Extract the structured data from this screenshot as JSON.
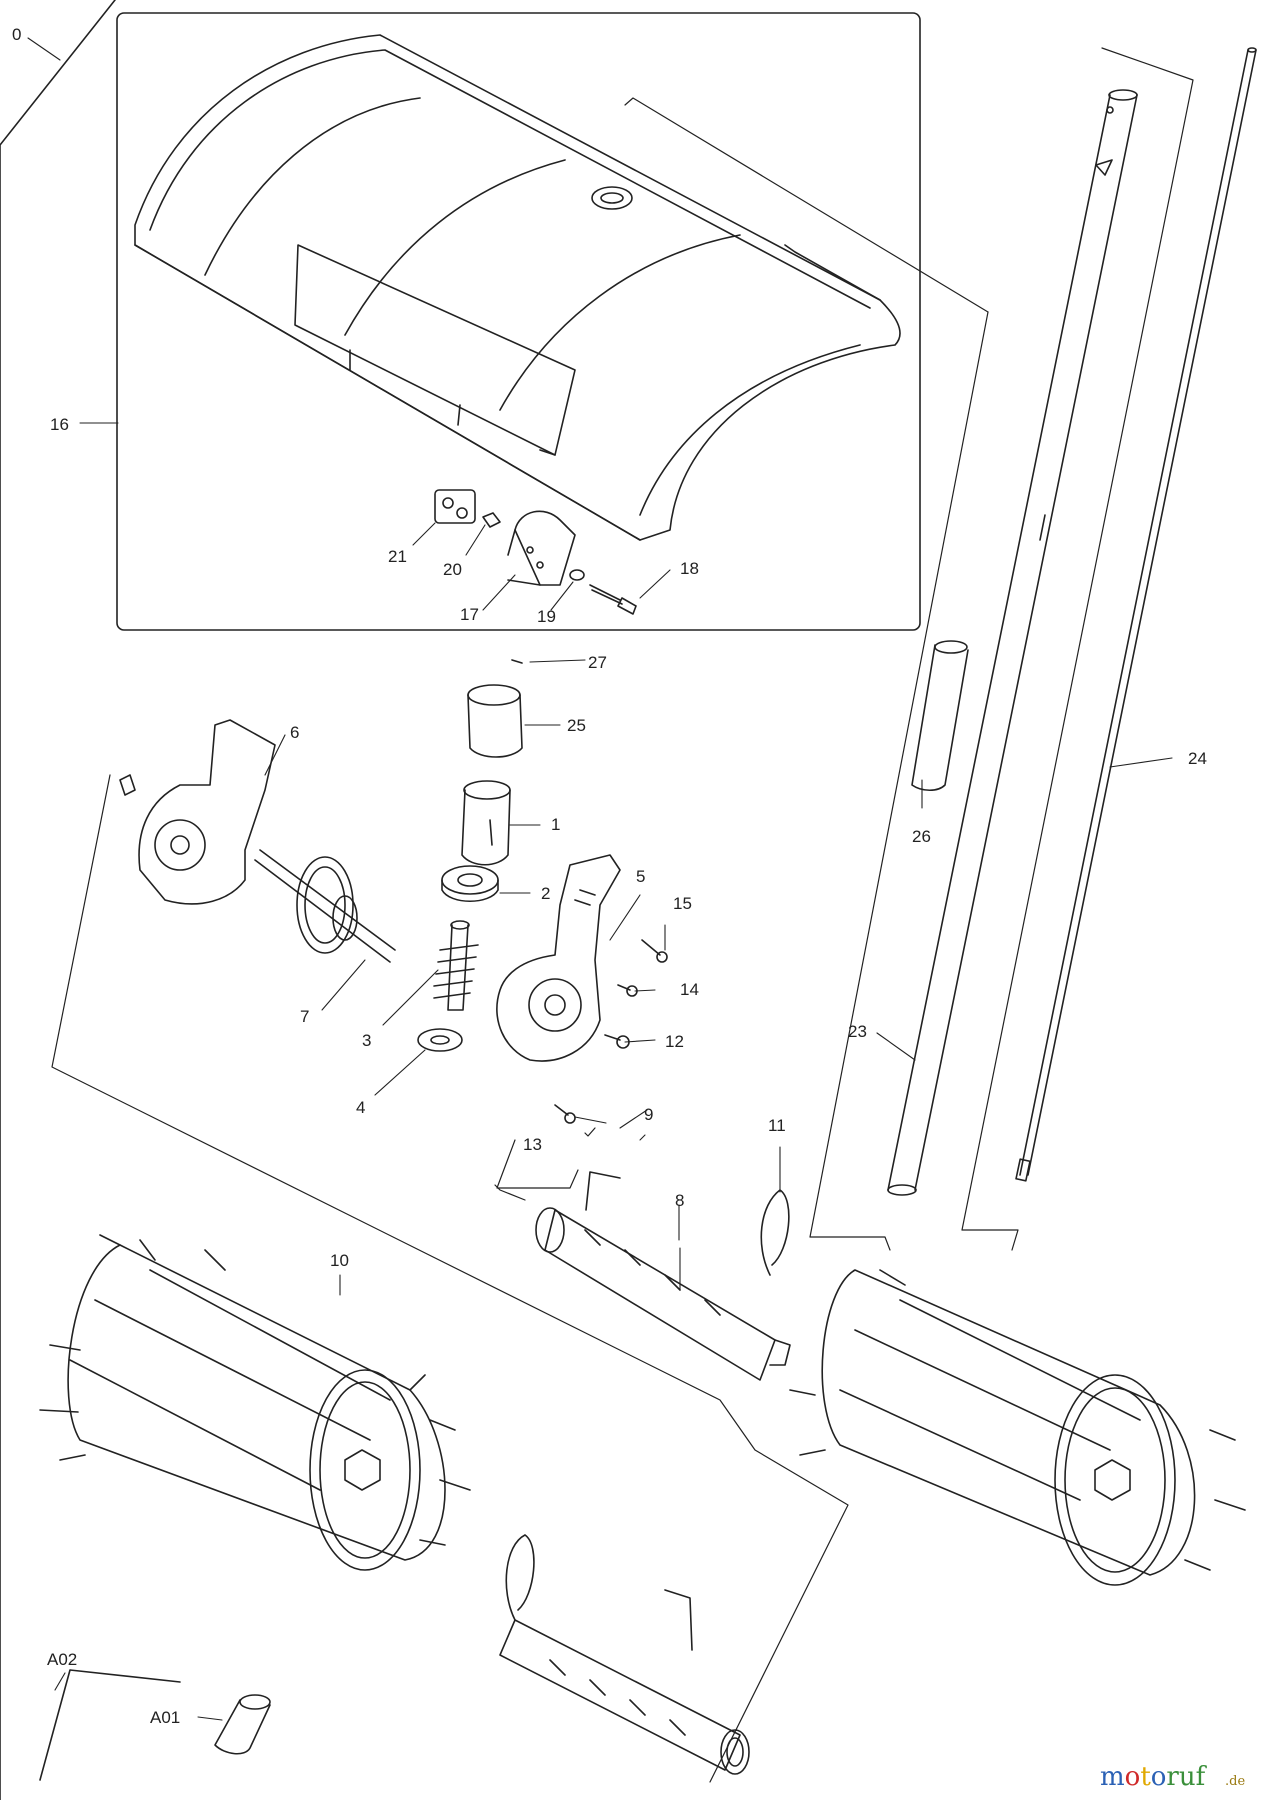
{
  "diagram": {
    "labels": {
      "l0": "0",
      "l1": "1",
      "l2": "2",
      "l3": "3",
      "l4": "4",
      "l5": "5",
      "l6": "6",
      "l7": "7",
      "l8": "8",
      "l9": "9",
      "l10": "10",
      "l11": "11",
      "l12": "12",
      "l13": "13",
      "l14": "14",
      "l15": "15",
      "l16": "16",
      "l17": "17",
      "l18": "18",
      "l19": "19",
      "l20": "20",
      "l21": "21",
      "l23": "23",
      "l24": "24",
      "l25": "25",
      "l26": "26",
      "l27": "27",
      "lA01": "A01",
      "lA02": "A02"
    }
  },
  "watermark": {
    "brand_m": "m",
    "brand_o1": "o",
    "brand_t": "t",
    "brand_o2": "o",
    "brand_rest": "ruf",
    "suffix": ".de",
    "colors": [
      "#2b61b5",
      "#d02a2a",
      "#e0a800",
      "#2b61b5",
      "#3a8f3a",
      "#9a7a10"
    ]
  }
}
